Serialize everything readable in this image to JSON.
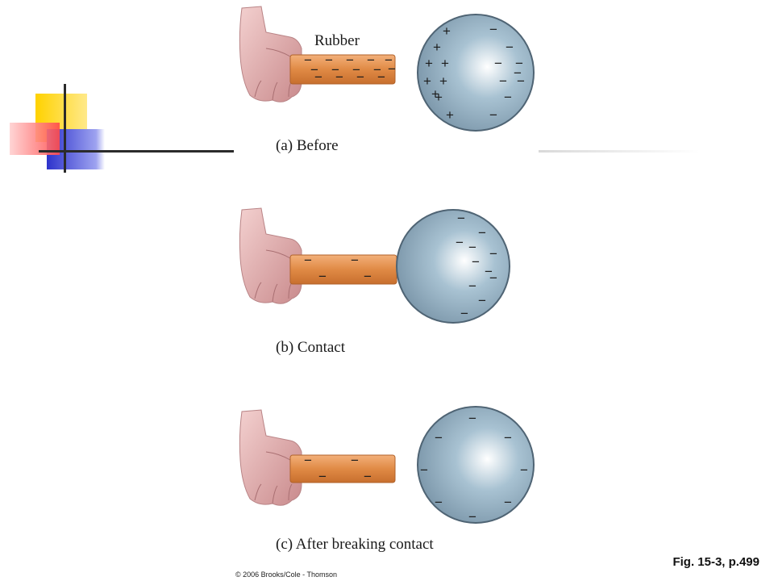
{
  "diagram": {
    "rod_label": "Rubber",
    "panels": [
      {
        "id": "a",
        "caption": "(a) Before",
        "rod_charges": [
          "−",
          "−",
          "−",
          "−",
          "−",
          "−",
          "−",
          "−",
          "−",
          "−",
          "−",
          "−",
          "−",
          "−"
        ],
        "sphere_charges": [
          "+",
          "+",
          "+",
          "+",
          "+",
          "+",
          "+",
          "+",
          "+",
          "−",
          "−",
          "−",
          "−",
          "−",
          "−",
          "−",
          "−",
          "−"
        ]
      },
      {
        "id": "b",
        "caption": "(b) Contact",
        "rod_charges": [
          "−",
          "−",
          "−",
          "−"
        ],
        "sphere_charges": [
          "−",
          "−",
          "−",
          "−",
          "−",
          "−",
          "−",
          "−",
          "−",
          "−",
          "−"
        ]
      },
      {
        "id": "c",
        "caption": "(c) After breaking contact",
        "rod_charges": [
          "−",
          "−",
          "−",
          "−"
        ],
        "sphere_charges": [
          "−",
          "−",
          "−",
          "−",
          "−",
          "−",
          "−",
          "−"
        ]
      }
    ]
  },
  "footer": {
    "figure_ref": "Fig. 15-3, p.499",
    "copyright": "© 2006 Brooks/Cole - Thomson"
  },
  "colors": {
    "rod": "#e08a45",
    "sphere": "#a8c2d2",
    "skin": "#e8b4b4",
    "accent_yellow": "#ffd200",
    "accent_red": "#ff4a4a",
    "accent_blue": "#2d33cc"
  }
}
